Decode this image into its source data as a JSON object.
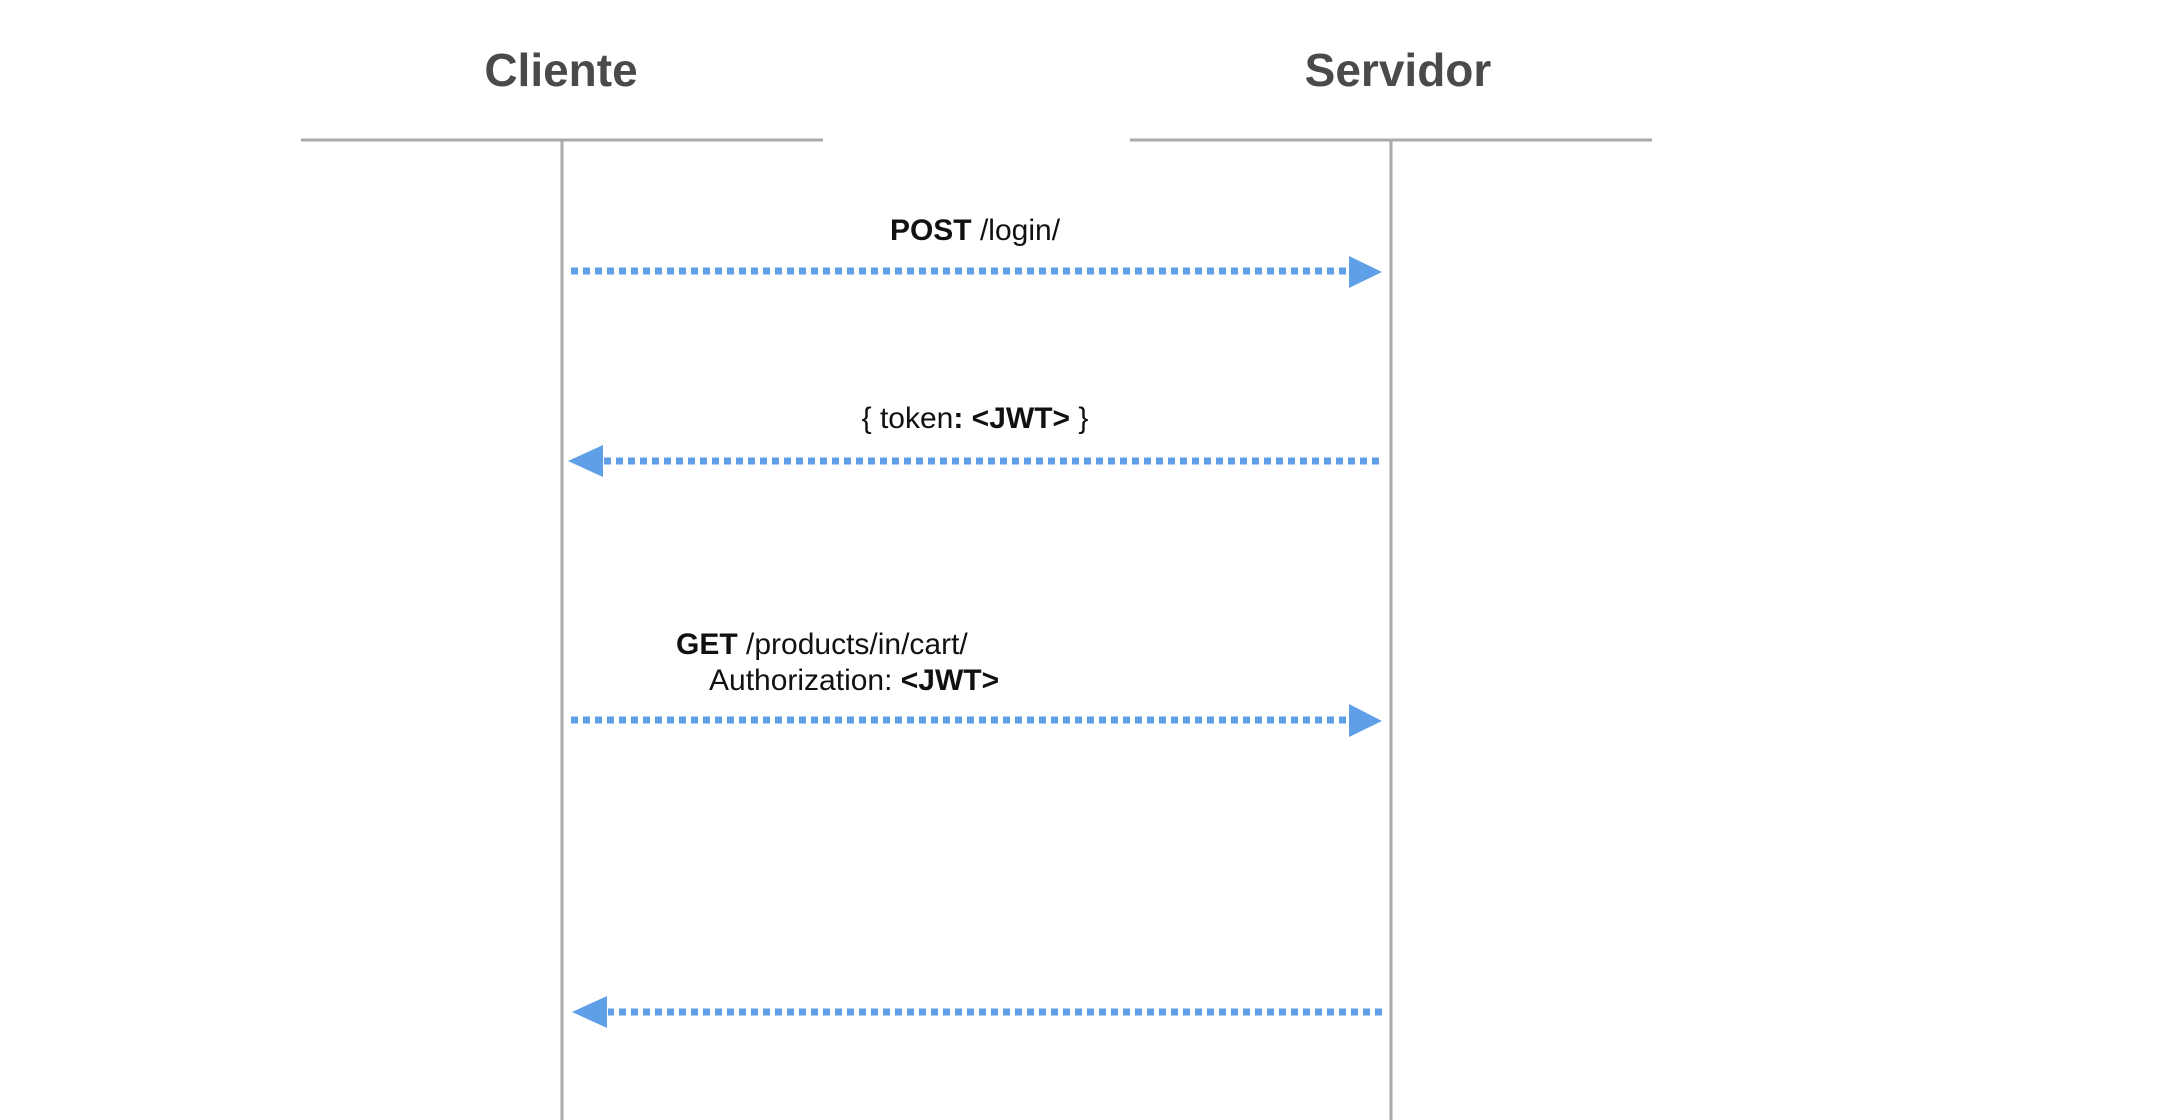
{
  "participants": {
    "client": {
      "name": "Cliente"
    },
    "server": {
      "name": "Servidor"
    }
  },
  "messages": [
    {
      "direction": "client-to-server",
      "method": "POST",
      "path": " /login/"
    },
    {
      "direction": "server-to-client",
      "prefix": "{ token",
      "colon": ":",
      "token": " <JWT>",
      "suffix": " }"
    },
    {
      "direction": "client-to-server",
      "method": "GET",
      "path": " /products/in/cart/",
      "header_label": "Authorization: ",
      "header_value": "<JWT>"
    },
    {
      "direction": "server-to-client"
    }
  ],
  "colors": {
    "arrow": "#5e9fe8",
    "line": "#aaaaaa",
    "title": "#4a4a4a",
    "text": "#111111"
  }
}
